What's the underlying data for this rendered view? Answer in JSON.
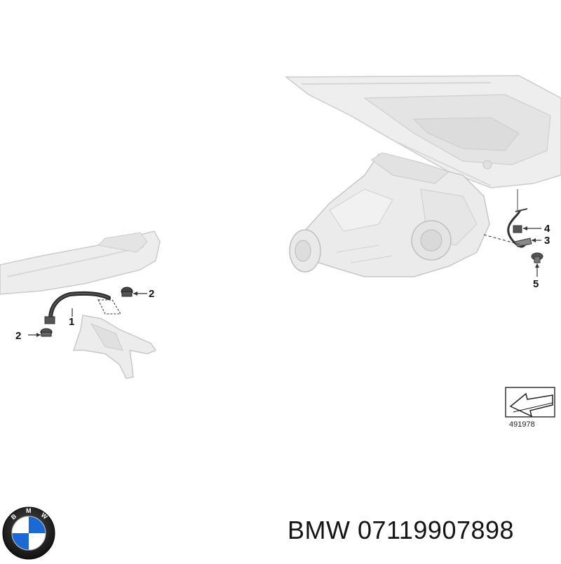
{
  "diagram": {
    "callouts": {
      "c1": "1",
      "c2a": "2",
      "c2b": "2",
      "c3": "3",
      "c4": "4",
      "c5": "5"
    },
    "figure_id": "491978"
  },
  "caption": {
    "brand": "BMW",
    "part_number": "07119907898",
    "full": "BMW 07119907898"
  },
  "logo": {
    "lettering": "BMW",
    "colors": {
      "blue": "#1c69d4",
      "white": "#ffffff",
      "ring": "#1a1a1a",
      "lettering": "#ffffff"
    }
  },
  "colors": {
    "part_fill": "#ebebeb",
    "part_stroke": "#c9c9c9",
    "line": "#333333",
    "hardware": "#555555"
  }
}
